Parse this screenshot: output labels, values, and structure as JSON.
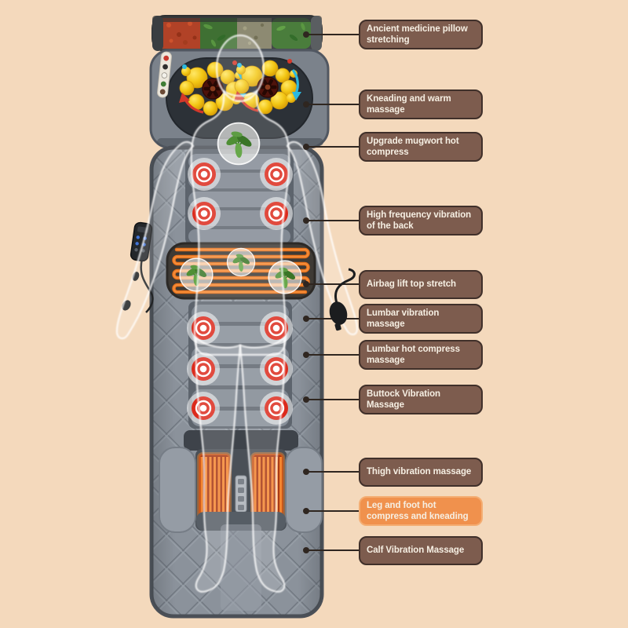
{
  "callouts": [
    {
      "label": "Ancient medicine pillow stretching",
      "highlighted": false
    },
    {
      "label": "Kneading and warm massage",
      "highlighted": false
    },
    {
      "label": "Upgrade mugwort hot compress",
      "highlighted": false
    },
    {
      "label": "High frequency vibration of the back",
      "highlighted": false
    },
    {
      "label": "Airbag lift top stretch",
      "highlighted": false
    },
    {
      "label": "Lumbar vibration massage",
      "highlighted": false
    },
    {
      "label": "Lumbar hot compress massage",
      "highlighted": false
    },
    {
      "label": "Buttock Vibration Massage",
      "highlighted": false
    },
    {
      "label": "Thigh vibration massage",
      "highlighted": false
    },
    {
      "label": "Leg and foot hot compress and kneading",
      "highlighted": true
    },
    {
      "label": "Calf Vibration Massage",
      "highlighted": false
    }
  ],
  "colors": {
    "background": "#f4d9bc",
    "callout_bg": "#7d5c4e",
    "callout_border": "#40302a",
    "callout_text": "#f6efe3",
    "highlight_bg": "#f0914d",
    "highlight_border": "#f4ad72",
    "motor_red": "#dc2a1c",
    "heater_orange": "#e8721c",
    "kneading_ball_yellow": "#f2c515",
    "mat_gray": "#8b929b"
  },
  "figure_parts": [
    "herb-pillow-roll-icon",
    "kneading-massage-heads-icon",
    "mugwort-herb-circle-icon",
    "vibration-motor-icon",
    "lumbar-heating-panel-icon",
    "remote-control-icon",
    "air-pump-icon",
    "leg-heating-pads-icon",
    "body-silhouette-icon"
  ]
}
